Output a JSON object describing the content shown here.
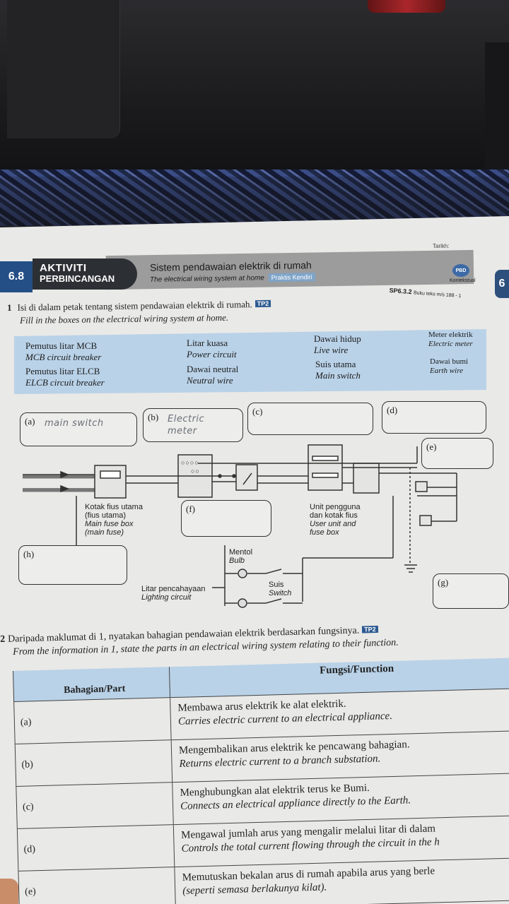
{
  "header": {
    "tarikh": "Tarikh:",
    "section_number": "6.8",
    "activity_line1": "AKTIVITI",
    "activity_line2": "PERBINCANGAN",
    "title_ms": "Sistem pendawaian elektrik di rumah",
    "title_en": "The electrical wiring system at home",
    "badge": "Praktis Kendiri",
    "pbd": "PBD",
    "kontekstual": "Kontekstual",
    "side_tab": "6",
    "sp_code": "SP6.3.2",
    "sp_ref": "Buku teks m/s 188 - 1"
  },
  "q1": {
    "number": "1",
    "text_ms": "Isi di dalam petak tentang sistem pendawaian elektrik di rumah.",
    "tp": "TP2",
    "text_en": "Fill in the boxes on the electrical wiring system at home."
  },
  "word_bank": [
    {
      "ms": "Pemutus litar MCB",
      "en": "MCB circuit breaker"
    },
    {
      "ms": "Pemutus litar ELCB",
      "en": "ELCB circuit breaker"
    },
    {
      "ms": "Litar kuasa",
      "en": "Power circuit"
    },
    {
      "ms": "Dawai neutral",
      "en": "Neutral wire"
    },
    {
      "ms": "Dawai hidup",
      "en": "Live wire"
    },
    {
      "ms": "Suis utama",
      "en": "Main switch"
    },
    {
      "ms": "Meter elektrik",
      "en": "Electric meter"
    },
    {
      "ms": "Dawai bumi",
      "en": "Earth wire"
    }
  ],
  "diagram": {
    "boxes": [
      {
        "label": "(a)",
        "answer": "main switch"
      },
      {
        "label": "(b)",
        "answer": "Electric meter"
      },
      {
        "label": "(c)",
        "answer": ""
      },
      {
        "label": "(d)",
        "answer": ""
      },
      {
        "label": "(e)",
        "answer": ""
      },
      {
        "label": "(f)",
        "answer": ""
      },
      {
        "label": "(g)",
        "answer": ""
      },
      {
        "label": "(h)",
        "answer": ""
      }
    ],
    "labels": {
      "main_fuse_ms1": "Kotak fius utama",
      "main_fuse_ms2": "(fius utama)",
      "main_fuse_en1": "Main fuse box",
      "main_fuse_en2": "(main fuse)",
      "user_unit_ms1": "Unit pengguna",
      "user_unit_ms2": "dan kotak fius",
      "user_unit_en1": "User unit and",
      "user_unit_en2": "fuse box",
      "bulb_ms": "Mentol",
      "bulb_en": "Bulb",
      "switch_ms": "Suis",
      "switch_en": "Switch",
      "lighting_ms": "Litar pencahayaan",
      "lighting_en": "Lighting circuit"
    }
  },
  "q2": {
    "number": "2",
    "text_ms": "Daripada maklumat di 1, nyatakan bahagian pendawaian elektrik berdasarkan fungsinya.",
    "tp": "TP2",
    "text_en": "From the information in 1, state the parts in an electrical wiring system relating to their function."
  },
  "table": {
    "header_part": "Bahagian/Part",
    "header_function": "Fungsi/Function",
    "rows": [
      {
        "part": "(a)",
        "ms": "Membawa arus elektrik ke alat elektrik.",
        "en": "Carries electric current to an electrical appliance."
      },
      {
        "part": "(b)",
        "ms": "Mengembalikan arus elektrik ke pencawang bahagian.",
        "en": "Returns electric current to a branch substation."
      },
      {
        "part": "(c)",
        "ms": "Menghubungkan alat elektrik terus ke Bumi.",
        "en": "Connects an electrical appliance directly to the Earth."
      },
      {
        "part": "(d)",
        "ms": "Mengawal jumlah arus yang mengalir melalui litar di dalam",
        "en": "Controls the total current flowing through the circuit in the h"
      },
      {
        "part": "(e)",
        "ms": "Memutuskan bekalan arus di rumah apabila arus yang berle",
        "en": "(seperti semasa berlakunya kilat)."
      }
    ]
  }
}
